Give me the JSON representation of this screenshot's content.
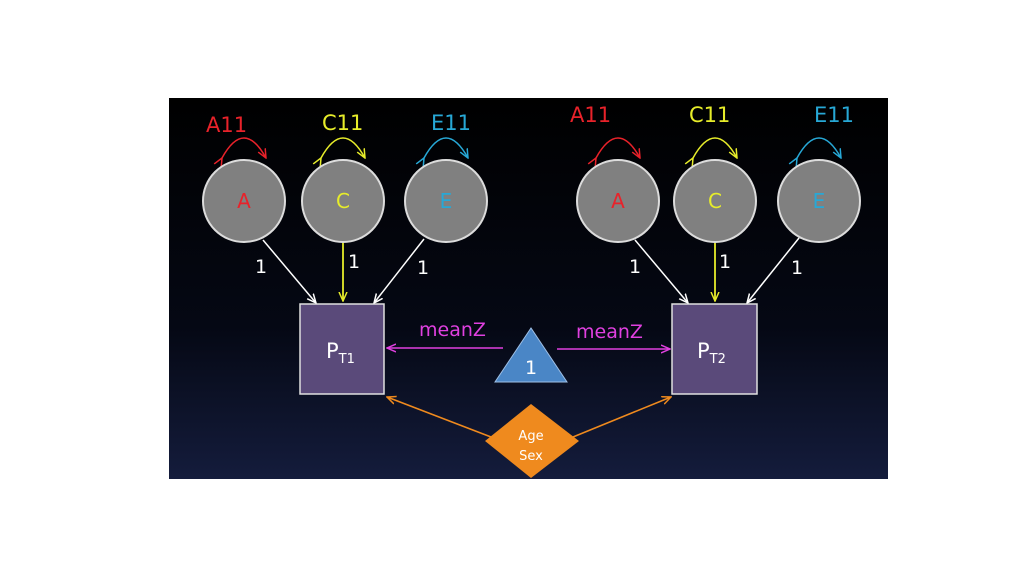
{
  "colors": {
    "A": "#e8222a",
    "C": "#e6ec2a",
    "E": "#27a8d6",
    "path_white": "#ffffff",
    "mean": "#e040e0",
    "covariate": "#ef8a1e",
    "latent_fill": "#808080",
    "observed_fill": "#5a4a7a",
    "mean_fill": "#4a86c6"
  },
  "twin1": {
    "latents": [
      {
        "letter": "A",
        "variance_label": "A11",
        "loading": "1"
      },
      {
        "letter": "C",
        "variance_label": "C11",
        "loading": "1"
      },
      {
        "letter": "E",
        "variance_label": "E11",
        "loading": "1"
      }
    ],
    "phenotype": {
      "main": "P",
      "sub": "T1"
    }
  },
  "twin2": {
    "latents": [
      {
        "letter": "A",
        "variance_label": "A11",
        "loading": "1"
      },
      {
        "letter": "C",
        "variance_label": "C11",
        "loading": "1"
      },
      {
        "letter": "E",
        "variance_label": "E11",
        "loading": "1"
      }
    ],
    "phenotype": {
      "main": "P",
      "sub": "T2"
    }
  },
  "mean": {
    "label": "1",
    "left_path": "meanZ",
    "right_path": "meanZ"
  },
  "covariates": {
    "line1": "Age",
    "line2": "Sex"
  }
}
